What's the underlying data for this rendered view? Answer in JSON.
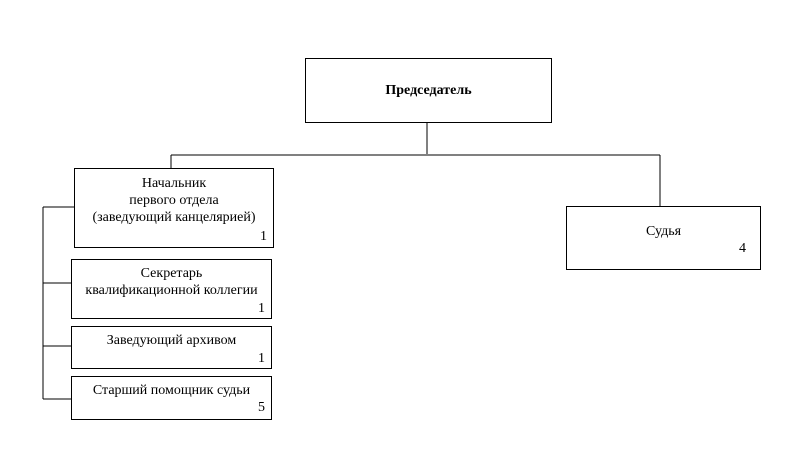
{
  "chairman": {
    "label": "Председатель"
  },
  "head": {
    "lines": [
      "Начальник",
      "первого отдела",
      "(заведующий канцелярией)"
    ],
    "count": "1"
  },
  "secretary": {
    "lines": [
      "Секретарь",
      "квалификационной коллегии"
    ],
    "count": "1"
  },
  "archive": {
    "label": "Заведующий архивом",
    "count": "1"
  },
  "assistant": {
    "label": "Старший помощник судьи",
    "count": "5"
  },
  "judge": {
    "label": "Судья",
    "count": "4"
  }
}
